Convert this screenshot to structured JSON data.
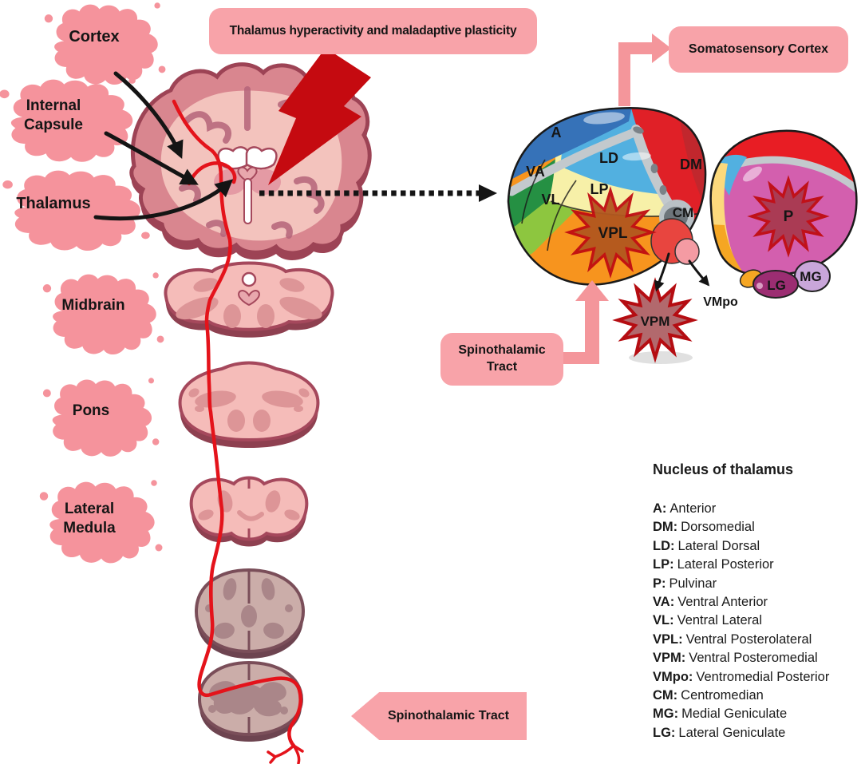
{
  "callouts": {
    "banner": "Thalamus hyperactivity and maladaptive plasticity",
    "somatosensory": "Somatosensory Cortex",
    "spinothalamic_line1": "Spinothalamic",
    "spinothalamic_line2": "Tract",
    "spinothalamic_bottom": "Spinothalamic Tract"
  },
  "region_labels": {
    "cortex": "Cortex",
    "internal_capsule_line1": "Internal",
    "internal_capsule_line2": "Capsule",
    "thalamus": "Thalamus",
    "midbrain": "Midbrain",
    "pons": "Pons",
    "lateral_medula_line1": "Lateral",
    "lateral_medula_line2": "Medula"
  },
  "nuclei": {
    "a": "A",
    "va": "VA",
    "vl": "VL",
    "ld": "LD",
    "lp": "LP",
    "vpl": "VPL",
    "dm": "DM",
    "cm": "CM",
    "vpm": "VPM",
    "vmpo": "VMpo",
    "p": "P",
    "lg": "LG",
    "mg": "MG"
  },
  "legend": {
    "title": "Nucleus of thalamus",
    "entries": [
      {
        "abbr": "A:",
        "name": "Anterior"
      },
      {
        "abbr": "DM:",
        "name": "Dorsomedial"
      },
      {
        "abbr": "LD:",
        "name": "Lateral Dorsal"
      },
      {
        "abbr": "LP:",
        "name": "Lateral Posterior"
      },
      {
        "abbr": "P:",
        "name": "Pulvinar"
      },
      {
        "abbr": "VA:",
        "name": "Ventral Anterior"
      },
      {
        "abbr": "VL:",
        "name": "Ventral Lateral"
      },
      {
        "abbr": "VPL:",
        "name": "Ventral Posterolateral"
      },
      {
        "abbr": "VPM:",
        "name": "Ventral Posteromedial"
      },
      {
        "abbr": "VMpo:",
        "name": "Ventromedial Posterior"
      },
      {
        "abbr": "CM:",
        "name": "Centromedian"
      },
      {
        "abbr": "MG:",
        "name": "Medial Geniculate"
      },
      {
        "abbr": "LG:",
        "name": "Lateral Geniculate"
      }
    ]
  },
  "colors": {
    "blob_pink": "#f5939c",
    "box_pink": "#f8a3a9",
    "arrow_pink": "#f4969b",
    "tract_red": "#e4131b",
    "lightning_red": "#c50a10",
    "a_blue": "#3672b8",
    "va_green": "#259043",
    "vl_green": "#8dc63f",
    "ld_blue": "#52b0e0",
    "lp_yellow": "#f7f0a8",
    "vpl_orange": "#f7941e",
    "dm_red": "#e02027",
    "lamina_gray": "#c3c9cd",
    "cm_gray": "#6d757b",
    "p_magenta": "#d35fae",
    "cap_red": "#e81d24",
    "lg_purple": "#9c2d72",
    "mg_lavender": "#c9a6da",
    "vmpo_pink": "#f49ba3",
    "vpm_star_fill": "#b2696d",
    "starburst_red": "#c00d12"
  }
}
